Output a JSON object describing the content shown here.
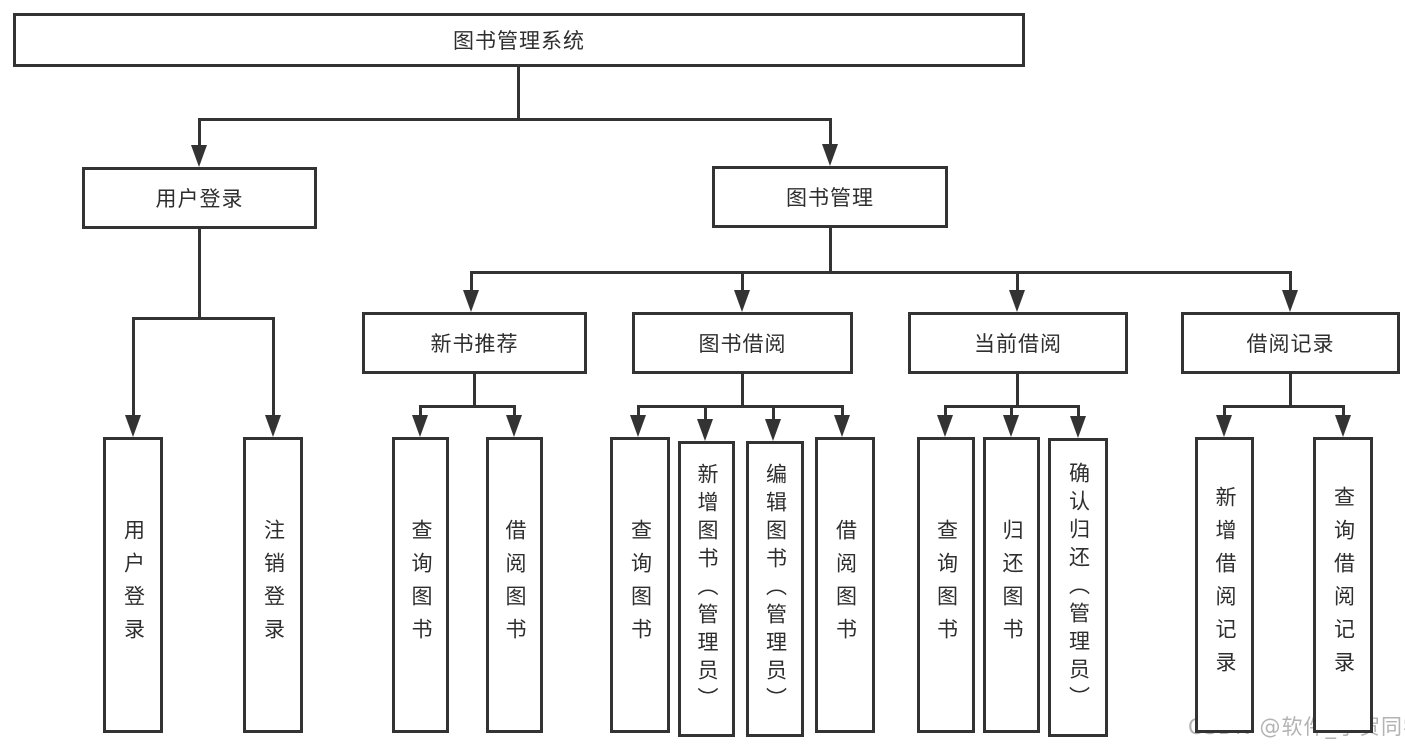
{
  "diagram": {
    "type": "hierarchy-tree",
    "colors": {
      "line": "#333333",
      "box_border": "#333333",
      "box_fill": "#ffffff",
      "text": "#2e2e2e",
      "watermark": "#b3b3b3",
      "background": "#ffffff"
    },
    "watermark": "CSDN @软件_小贺同学",
    "nodes": [
      {
        "id": "root",
        "label": "图书管理系统",
        "level": 1,
        "parent": null
      },
      {
        "id": "user-login",
        "label": "用户登录",
        "level": 2,
        "parent": "root"
      },
      {
        "id": "book-management",
        "label": "图书管理",
        "level": 2,
        "parent": "root"
      },
      {
        "id": "new-book-recommend",
        "label": "新书推荐",
        "level": 3,
        "parent": "book-management"
      },
      {
        "id": "book-borrowing",
        "label": "图书借阅",
        "level": 3,
        "parent": "book-management"
      },
      {
        "id": "current-borrowing",
        "label": "当前借阅",
        "level": 3,
        "parent": "book-management"
      },
      {
        "id": "borrowing-records",
        "label": "借阅记录",
        "level": 3,
        "parent": "book-management"
      },
      {
        "id": "leaf-user-login",
        "label": "用户登录",
        "level": 4,
        "parent": "user-login"
      },
      {
        "id": "leaf-logout",
        "label": "注销登录",
        "level": 4,
        "parent": "user-login"
      },
      {
        "id": "leaf-recommend-query-book",
        "label": "查询图书",
        "level": 4,
        "parent": "new-book-recommend"
      },
      {
        "id": "leaf-recommend-borrow-book",
        "label": "借阅图书",
        "level": 4,
        "parent": "new-book-recommend"
      },
      {
        "id": "leaf-borrowing-query-book",
        "label": "查询图书",
        "level": 4,
        "parent": "book-borrowing"
      },
      {
        "id": "leaf-borrowing-add-book-admin",
        "label": "新增图书（管理员）",
        "level": 4,
        "parent": "book-borrowing"
      },
      {
        "id": "leaf-borrowing-edit-book-admin",
        "label": "编辑图书（管理员）",
        "level": 4,
        "parent": "book-borrowing"
      },
      {
        "id": "leaf-borrowing-borrow-book",
        "label": "借阅图书",
        "level": 4,
        "parent": "book-borrowing"
      },
      {
        "id": "leaf-current-query-book",
        "label": "查询图书",
        "level": 4,
        "parent": "current-borrowing"
      },
      {
        "id": "leaf-current-return-book",
        "label": "归还图书",
        "level": 4,
        "parent": "current-borrowing"
      },
      {
        "id": "leaf-current-confirm-return-admin",
        "label": "确认归还（管理员）",
        "level": 4,
        "parent": "current-borrowing"
      },
      {
        "id": "leaf-records-add-record",
        "label": "新增借阅记录",
        "level": 4,
        "parent": "borrowing-records"
      },
      {
        "id": "leaf-records-query-record",
        "label": "查询借阅记录",
        "level": 4,
        "parent": "borrowing-records"
      }
    ]
  }
}
